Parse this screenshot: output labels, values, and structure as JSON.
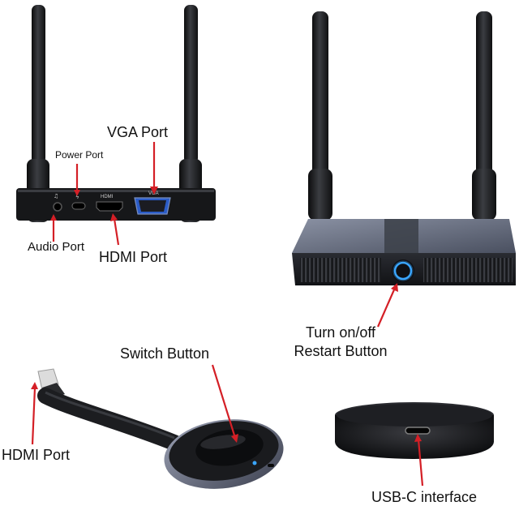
{
  "labels": {
    "vga_port": "VGA Port",
    "power_port": "Power Port",
    "audio_port": "Audio Port",
    "hdmi_port_top": "HDMI Port",
    "turn_on_off": "Turn on/off",
    "restart_button": "Restart Button",
    "switch_button": "Switch Button",
    "hdmi_port_bottom": "HDMI Port",
    "usbc_interface": "USB-C interface"
  },
  "device_markings": {
    "hdmi": "HDMI",
    "vga": "VGA"
  },
  "colors": {
    "arrow": "#d41f26",
    "device_dark": "#1b1c1f",
    "device_metal": "#565d6e",
    "led_blue": "#3aa6ff"
  }
}
